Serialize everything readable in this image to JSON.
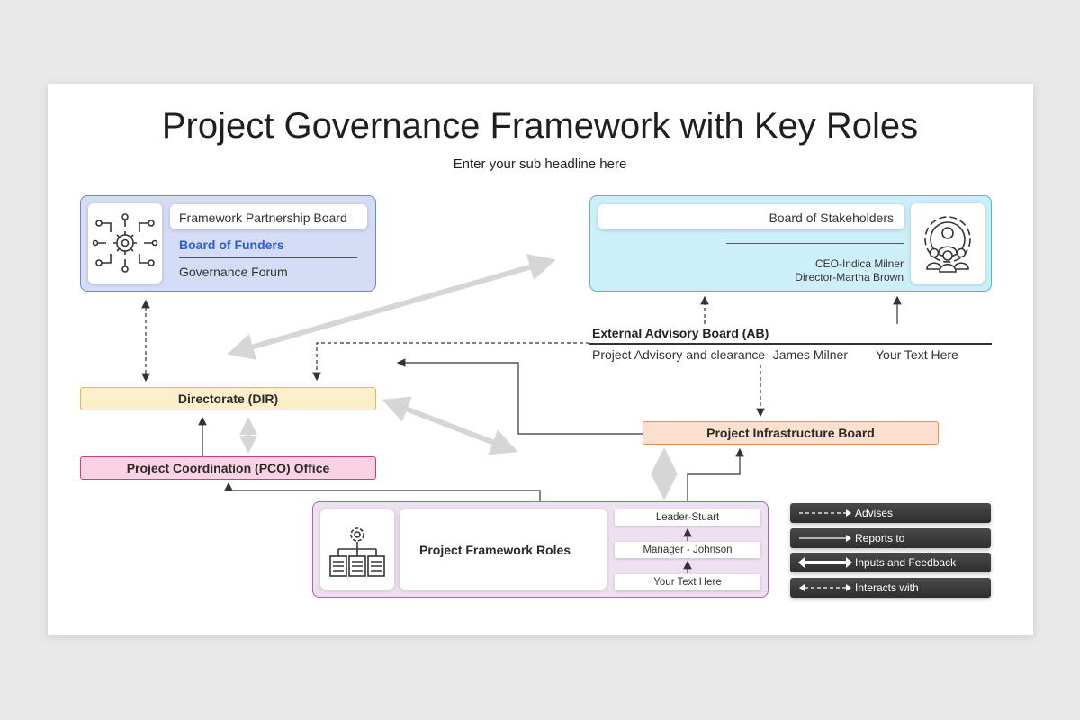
{
  "header": {
    "title": "Project Governance Framework with Key Roles",
    "subtitle": "Enter your sub headline here"
  },
  "funders_panel": {
    "icon": "circuit-gear-icon",
    "line1": "Framework Partnership Board",
    "line2": "Board of Funders",
    "line3": "Governance Forum",
    "accent_color": "#2d5bd0"
  },
  "stakeholders_panel": {
    "icon": "person-gear-icon",
    "title": "Board of Stakeholders",
    "ceo": "CEO-Indica Milner",
    "director": "Director-Martha Brown"
  },
  "advisory": {
    "title": "External Advisory Board (AB)",
    "detail": "Project Advisory and clearance- James Milner",
    "extra": "Your Text Here"
  },
  "bars": {
    "directorate": "Directorate (DIR)",
    "pco": "Project Coordination (PCO) Office",
    "infrastructure": "Project Infrastructure Board"
  },
  "roles_panel": {
    "icon": "org-chart-gear-icon",
    "title": "Project Framework Roles",
    "roles": [
      "Leader-Stuart",
      "Manager - Johnson",
      "Your Text Here"
    ]
  },
  "legend": [
    {
      "label": "Advises",
      "style": "dashed-arrow"
    },
    {
      "label": "Reports to",
      "style": "solid-arrow"
    },
    {
      "label": "Inputs and Feedback",
      "style": "double-arrow"
    },
    {
      "label": "Interacts with",
      "style": "dashed-double-arrow"
    }
  ],
  "colors": {
    "funders_bg": "#d5dcf6",
    "funders_border": "#6f86d6",
    "stakeholders_bg": "#cdeffa",
    "stakeholders_border": "#3bbfd6",
    "directorate_bg": "#fdefc9",
    "directorate_border": "#e8b84a",
    "pco_bg": "#fbd2e4",
    "pco_border": "#d23a7c",
    "infra_bg": "#fde0cf",
    "infra_border": "#ef8a55",
    "roles_bg": "#efe0f1",
    "roles_border": "#a765b5"
  }
}
